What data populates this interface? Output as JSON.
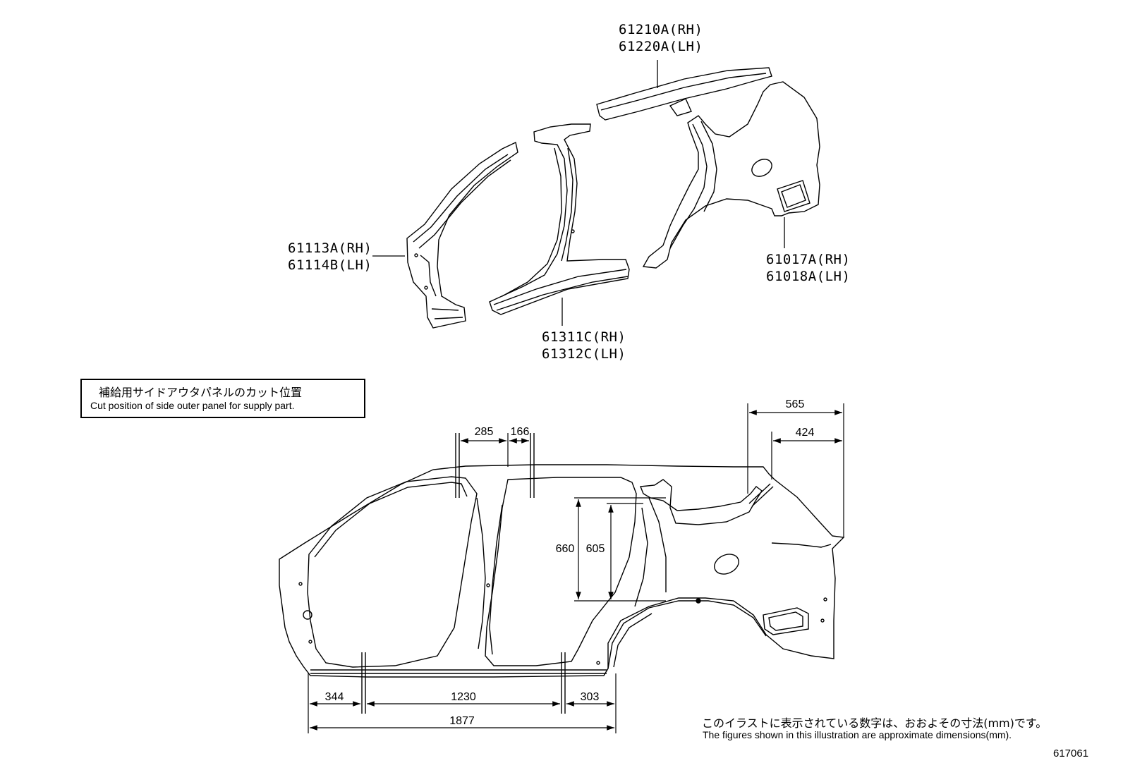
{
  "parts": {
    "roof_side": {
      "rh": "61210A(RH)",
      "lh": "61220A(LH)"
    },
    "front_pillar": {
      "rh": "61113A(RH)",
      "lh": "61114B(LH)"
    },
    "center_pillar_rocker": {
      "rh": "61311C(RH)",
      "lh": "61312C(LH)"
    },
    "quarter_panel": {
      "rh": "61017A(RH)",
      "lh": "61018A(LH)"
    }
  },
  "cut_note": {
    "jp": "補給用サイドアウタパネルのカット位置",
    "en": "Cut position of side outer panel for supply part."
  },
  "dimensions": {
    "d285": "285",
    "d166": "166",
    "d565": "565",
    "d424": "424",
    "d660": "660",
    "d605": "605",
    "d344": "344",
    "d1230": "1230",
    "d303": "303",
    "d1877": "1877"
  },
  "footnote": {
    "jp": "このイラストに表示されている数字は、おおよその寸法(mm)です。",
    "en": "The figures shown in this illustration are approximate dimensions(mm)."
  },
  "illustration_number": "617061"
}
